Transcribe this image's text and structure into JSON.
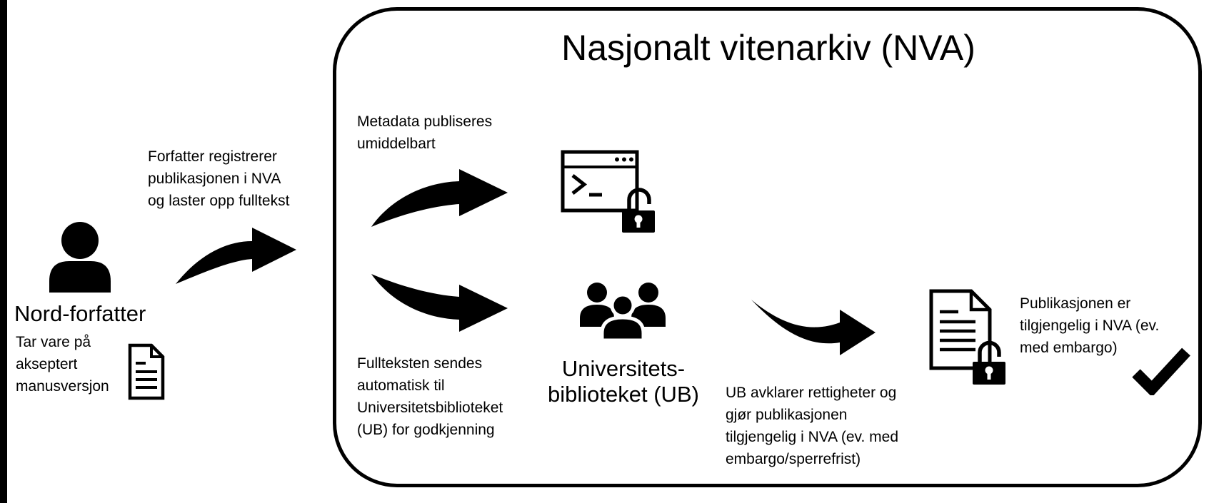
{
  "colors": {
    "ink": "#000000",
    "background": "#ffffff"
  },
  "nva": {
    "title": "Nasjonalt vitenarkiv (NVA)"
  },
  "author": {
    "name": "Nord-forfatter",
    "note": "Tar vare på\nakseptert\nmanusversjon"
  },
  "flow": {
    "register_note": "Forfatter registrerer\npublikasjonen i NVA\nog laster opp fulltekst",
    "metadata_note": "Metadata publiseres\numiddelbart",
    "fulltext_note": "Fullteksten sendes\nautomatisk til\nUniversitetsbiblioteket\n(UB) for godkjenning",
    "library_label": "Universitets-\nbiblioteket (UB)",
    "ub_clears_note": "UB avklarer rettigheter og\ngjør publikasjonen\ntilgjengelig i NVA (ev. med\nembargo/sperrefrist)",
    "published_note": "Publikasjonen er\ntilgjengelig i NVA (ev.\nmed embargo)"
  },
  "icons": {
    "author": "person-icon",
    "manuscript": "document-icon",
    "registration_arrow": "curved-arrow-icon",
    "metadata_arrow": "curved-arrow-icon",
    "fulltext_arrow": "curved-arrow-icon",
    "handoff_arrow": "curved-arrow-icon",
    "archive": "terminal-window-open-lock-icon",
    "library": "people-group-icon",
    "publication": "document-open-lock-icon",
    "done": "checkmark-icon"
  }
}
